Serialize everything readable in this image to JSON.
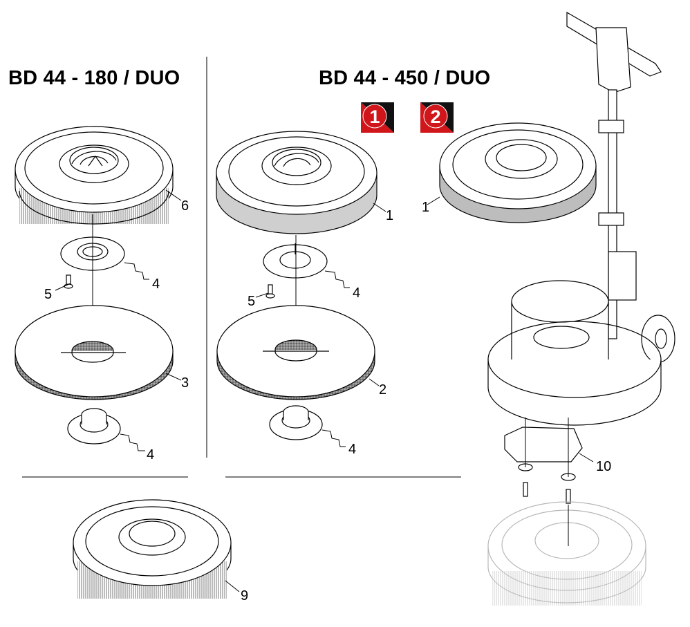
{
  "titles": {
    "left": "BD 44 - 180 / DUO",
    "right": "BD 44 - 450 / DUO"
  },
  "badges": [
    {
      "number": "1",
      "color": "#d0161b"
    },
    {
      "number": "2",
      "color": "#d0161b"
    }
  ],
  "part_labels": {
    "brush_180": "6",
    "adapter_180": "4",
    "screw_180": "5",
    "pad_180": "3",
    "clutch_180": "4",
    "drive_board_450": "1",
    "pad_drive_450": "1",
    "adapter_450": "4",
    "screw_450": "5",
    "pad_450": "2",
    "clutch_450": "4",
    "weight_plate": "10",
    "brush_bottom": "9"
  },
  "colors": {
    "line": "#000000",
    "ghost": "#b8b8b8",
    "pad_band": "#cfcfcf",
    "pad_edge": "#6a6a6a"
  }
}
